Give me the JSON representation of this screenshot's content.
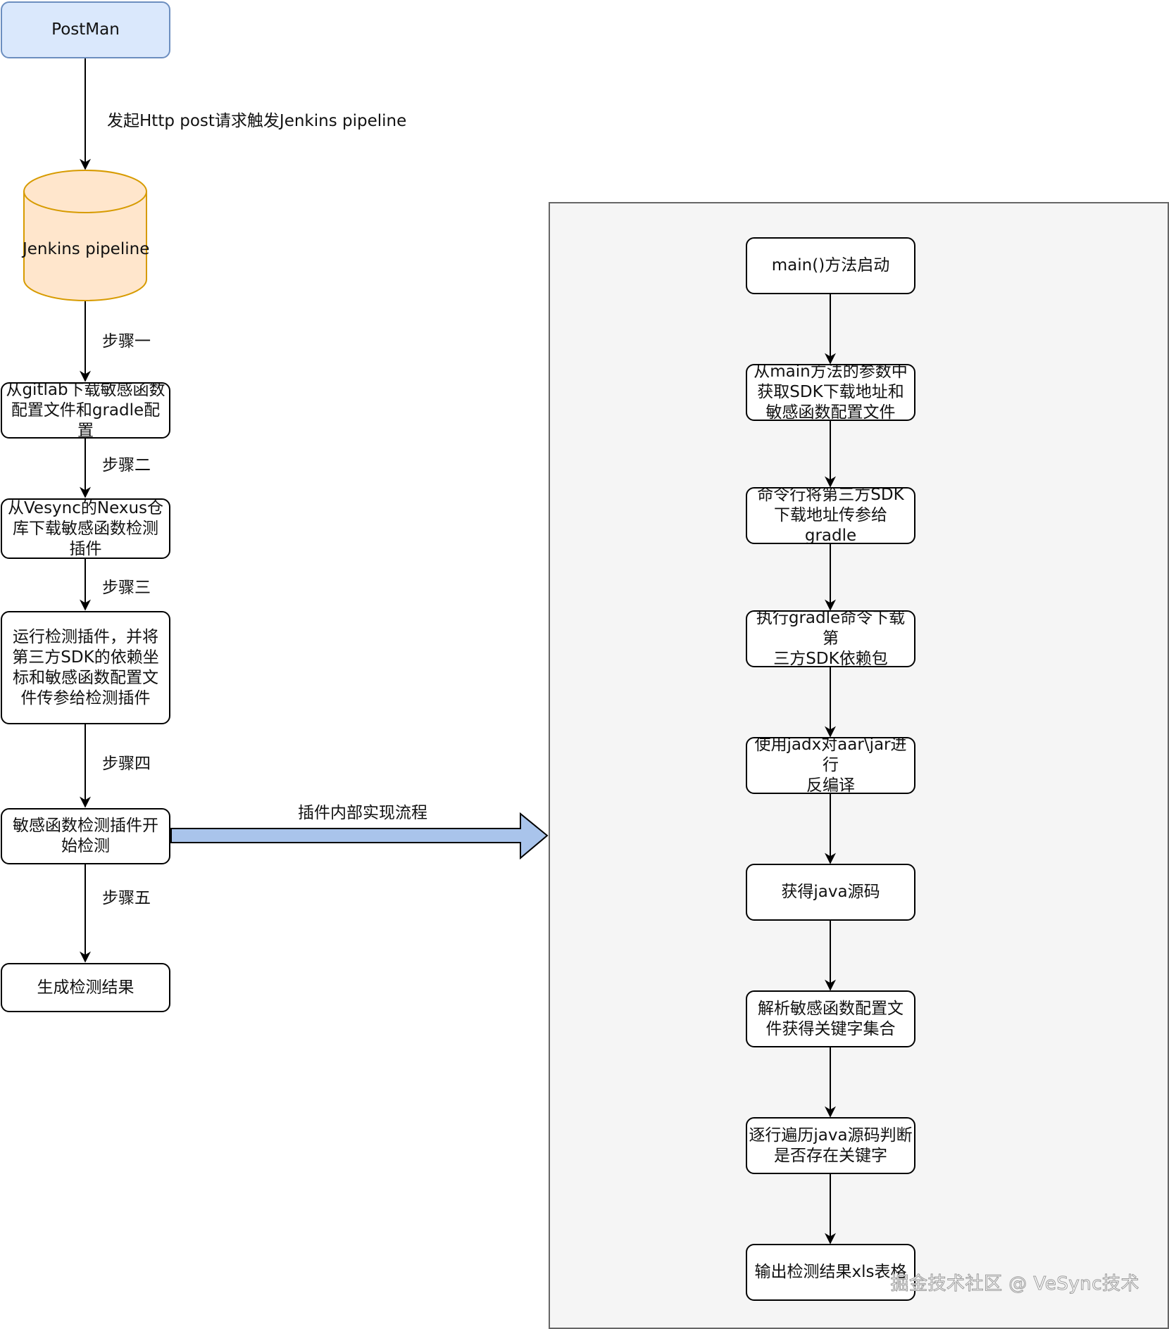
{
  "colors": {
    "start_fill": "#dae8fc",
    "start_stroke": "#6c8ebf",
    "db_fill": "#ffe6cc",
    "db_stroke": "#d79b00",
    "panel_fill": "#f5f5f5",
    "panel_stroke": "#666666",
    "big_arrow_fill": "#a9c4eb",
    "line": "#000000"
  },
  "left_flow": {
    "start": "PostMan",
    "trigger_label": "发起Http post请求触发Jenkins pipeline",
    "pipeline": "Jenkins pipeline",
    "steps": [
      {
        "edge_label": "步骤一",
        "node": "从gitlab下载敏感函数\n配置文件和gradle配置"
      },
      {
        "edge_label": "步骤二",
        "node": "从Vesync的Nexus仓\n库下载敏感函数检测\n插件"
      },
      {
        "edge_label": "步骤三",
        "node": "运行检测插件，并将\n第三方SDK的依赖坐\n标和敏感函数配置文\n件传参给检测插件"
      },
      {
        "edge_label": "步骤四",
        "node": "敏感函数检测插件开\n始检测"
      },
      {
        "edge_label": "步骤五",
        "node": "生成检测结果"
      }
    ]
  },
  "big_arrow_label": "插件内部实现流程",
  "right_flow": {
    "nodes": [
      "main()方法启动",
      "从main方法的参数中\n获取SDK下载地址和\n敏感函数配置文件",
      "命令行将第三方SDK\n下载地址传参给gradle",
      "执行gradle命令下载第\n三方SDK依赖包",
      "使用jadx对aar\\jar进行\n反编译",
      "获得java源码",
      "解析敏感函数配置文\n件获得关键字集合",
      "逐行遍历java源码判断\n是否存在关键字",
      "输出检测结果xls表格"
    ]
  },
  "watermark": "掘金技术社区 @ VeSync技术"
}
